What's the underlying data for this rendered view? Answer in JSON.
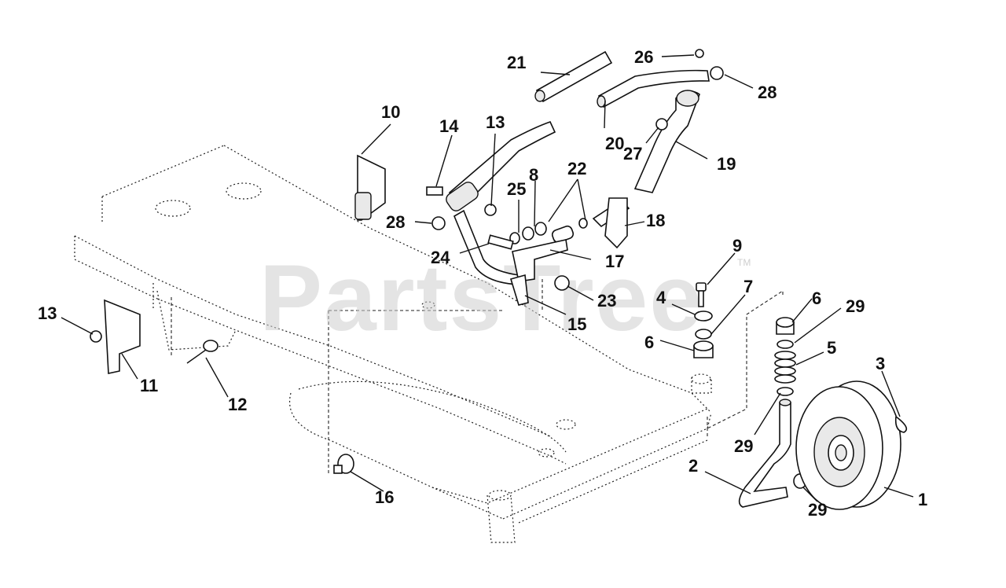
{
  "watermark": {
    "text": "PartsTree",
    "tm": "TM"
  },
  "callouts": [
    {
      "id": "1",
      "text": "1"
    },
    {
      "id": "2",
      "text": "2"
    },
    {
      "id": "3",
      "text": "3"
    },
    {
      "id": "4",
      "text": "4"
    },
    {
      "id": "5",
      "text": "5"
    },
    {
      "id": "6a",
      "text": "6"
    },
    {
      "id": "6b",
      "text": "6"
    },
    {
      "id": "7",
      "text": "7"
    },
    {
      "id": "8",
      "text": "8"
    },
    {
      "id": "9",
      "text": "9"
    },
    {
      "id": "10",
      "text": "10"
    },
    {
      "id": "11",
      "text": "11"
    },
    {
      "id": "12",
      "text": "12"
    },
    {
      "id": "13a",
      "text": "13"
    },
    {
      "id": "13b",
      "text": "13"
    },
    {
      "id": "14",
      "text": "14"
    },
    {
      "id": "15",
      "text": "15"
    },
    {
      "id": "16",
      "text": "16"
    },
    {
      "id": "17",
      "text": "17"
    },
    {
      "id": "18",
      "text": "18"
    },
    {
      "id": "19",
      "text": "19"
    },
    {
      "id": "20",
      "text": "20"
    },
    {
      "id": "21",
      "text": "21"
    },
    {
      "id": "22",
      "text": "22"
    },
    {
      "id": "23",
      "text": "23"
    },
    {
      "id": "24",
      "text": "24"
    },
    {
      "id": "25",
      "text": "25"
    },
    {
      "id": "26",
      "text": "26"
    },
    {
      "id": "27",
      "text": "27"
    },
    {
      "id": "28a",
      "text": "28"
    },
    {
      "id": "28b",
      "text": "28"
    },
    {
      "id": "29a",
      "text": "29"
    },
    {
      "id": "29b",
      "text": "29"
    },
    {
      "id": "29c",
      "text": "29"
    }
  ]
}
